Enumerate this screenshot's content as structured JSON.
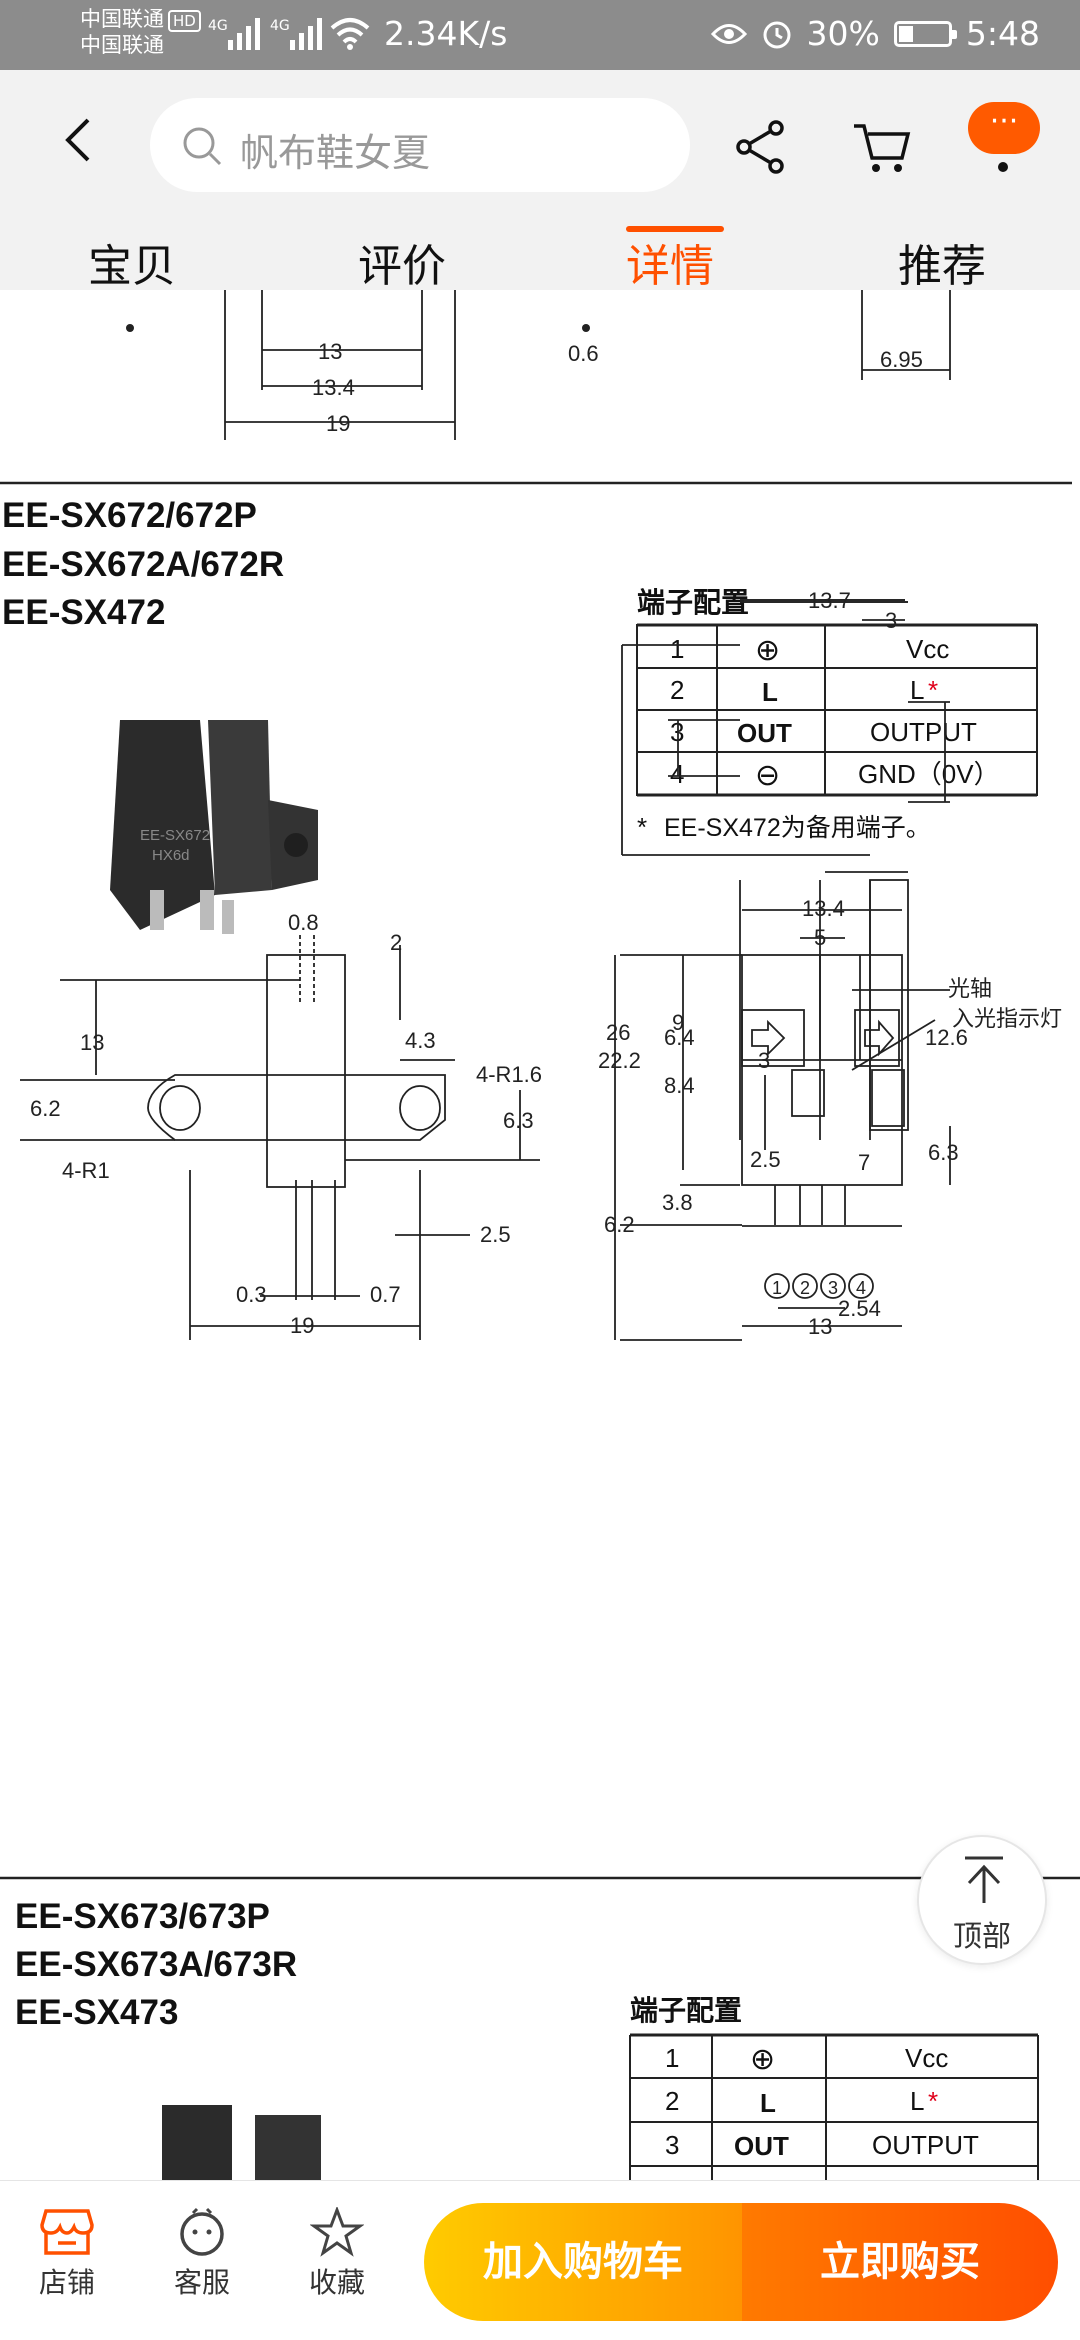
{
  "status_bar": {
    "carrier1": "中国联通",
    "hd": "HD",
    "carrier2": "中国联通",
    "net1": "4G",
    "net2": "4G",
    "speed": "2.34K/s",
    "battery": "30%",
    "battery_level": 0.3,
    "time": "5:48"
  },
  "header": {
    "search_placeholder": "帆布鞋女夏",
    "more": "···"
  },
  "tabs": [
    {
      "label": "宝贝",
      "active": false
    },
    {
      "label": "评价",
      "active": false
    },
    {
      "label": "详情",
      "active": true
    },
    {
      "label": "推荐",
      "active": false
    }
  ],
  "detail": {
    "top_dims": [
      "13",
      "13.4",
      "19",
      "0.6",
      "6.95"
    ],
    "model1": {
      "names": [
        "EE-SX672/672P",
        "EE-SX672A/672R",
        "EE-SX472"
      ],
      "photo_marking": [
        "EE-SX672",
        "HX6d"
      ],
      "pin_title": "端子配置",
      "pins": [
        {
          "no": "1",
          "symbol": "⊕",
          "name": "Vcc"
        },
        {
          "no": "2",
          "symbol": "L",
          "name": "L",
          "mark": "*"
        },
        {
          "no": "3",
          "symbol": "OUT",
          "name": "OUTPUT"
        },
        {
          "no": "4",
          "symbol": "⊖",
          "name": "GND（0V）"
        }
      ],
      "note_star": "*",
      "note": "EE-SX472为备用端子。",
      "dims_front": [
        "13.7",
        "3",
        "26",
        "6.4",
        "12.6",
        "7"
      ],
      "dims_side": [
        "0.8",
        "2",
        "13",
        "4.3",
        "4-R1.6",
        "6.2",
        "6.3",
        "4-R1",
        "2.5",
        "0.3",
        "0.7",
        "19"
      ],
      "dims_bottom": [
        "13.4",
        "5",
        "9",
        "22.2",
        "8.4",
        "3",
        "2.5",
        "6.3",
        "3.8",
        "6.2",
        "2.54",
        "13"
      ],
      "labels": [
        "光轴",
        "入光指示灯"
      ],
      "pin_circles": [
        "1",
        "2",
        "3",
        "4"
      ]
    },
    "model2": {
      "names": [
        "EE-SX673/673P",
        "EE-SX673A/673R",
        "EE-SX473"
      ],
      "pin_title": "端子配置",
      "pins": [
        {
          "no": "1",
          "symbol": "⊕",
          "name": "Vcc"
        },
        {
          "no": "2",
          "symbol": "L",
          "name": "L",
          "mark": "*"
        },
        {
          "no": "3",
          "symbol": "OUT",
          "name": "OUTPUT"
        }
      ]
    }
  },
  "back_to_top": "顶部",
  "bottom": {
    "shop": "店铺",
    "service": "客服",
    "favorite": "收藏",
    "add_cart": "加入购物车",
    "buy_now": "立即购买"
  },
  "colors": {
    "accent": "#ff5000",
    "cart_button": "#ffb000",
    "buy_button": "#ff5a00"
  }
}
